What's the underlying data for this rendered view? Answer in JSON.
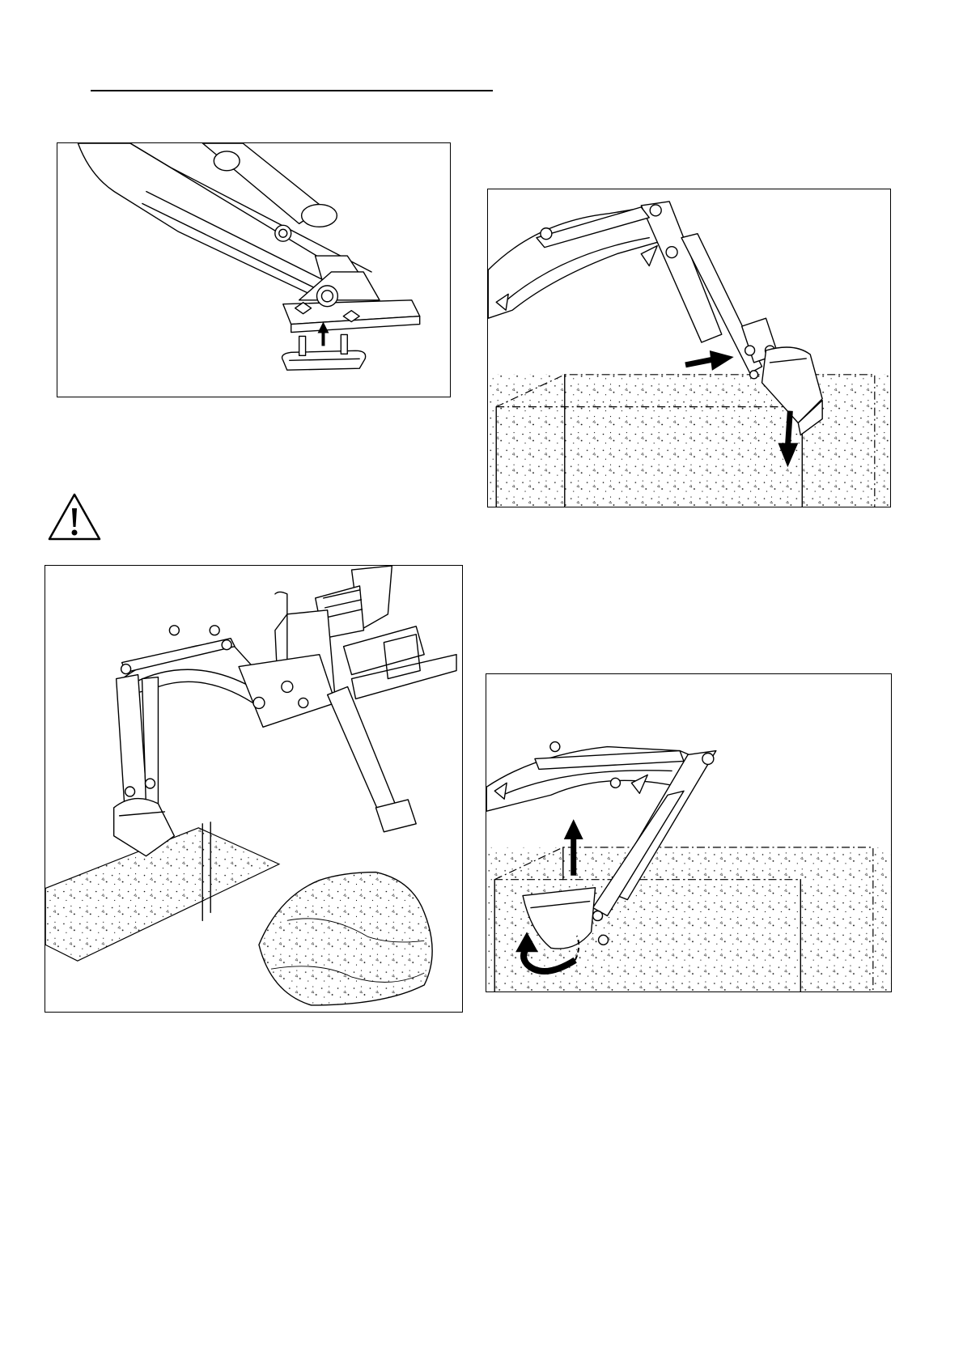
{
  "page": {
    "header_rule": true,
    "figures": [
      {
        "id": "fig1",
        "label": "stabilizer-pad-detail"
      },
      {
        "id": "fig2",
        "label": "bucket-pull-in-and-down"
      },
      {
        "id": "fig3",
        "label": "backhoe-digging-overview"
      },
      {
        "id": "fig4",
        "label": "bucket-curl-and-lift"
      }
    ],
    "warning_symbol": "warning-triangle-icon"
  },
  "colors": {
    "ink": "#000000",
    "paper": "#ffffff"
  }
}
